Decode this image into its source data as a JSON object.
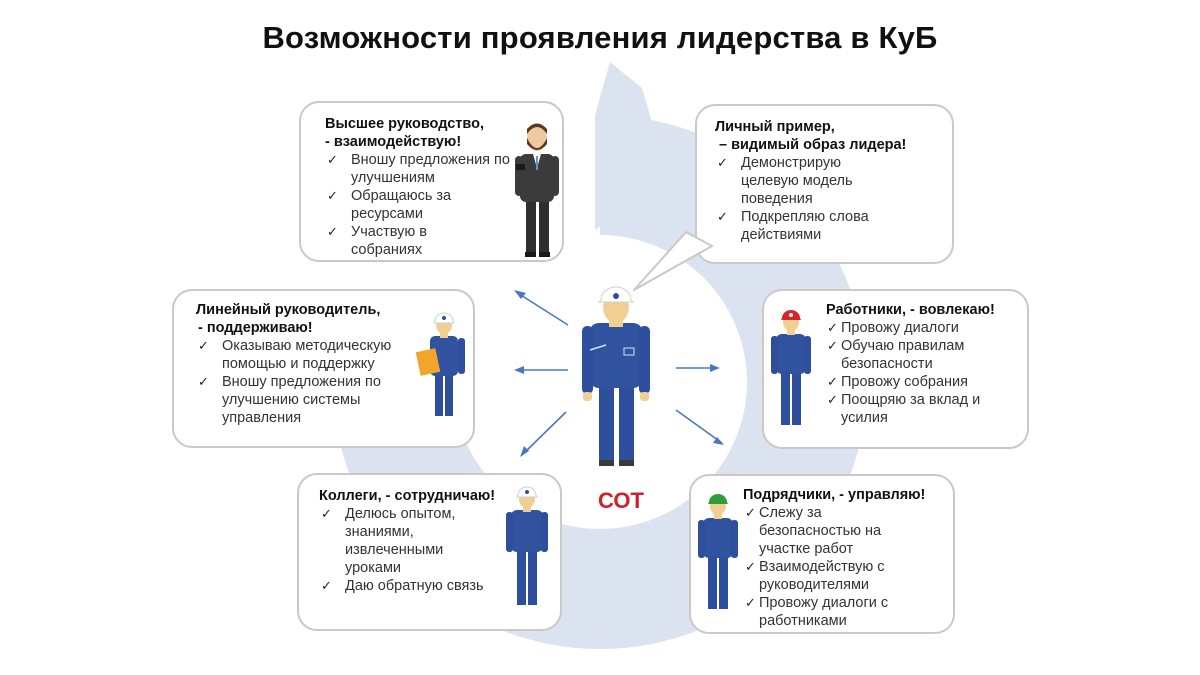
{
  "title": "Возможности проявления лидерства в КуБ",
  "center_label": "СОТ",
  "colors": {
    "accent_red": "#d0202a",
    "worker_blue": "#2d4f9e",
    "ring": "#dbe3f1",
    "arrow": "#4a78c0"
  },
  "cards": {
    "top_management": {
      "heading": [
        "Высшее руководство,",
        "- взаимодействую!"
      ],
      "items": [
        "Вношу предложения по улучшениям",
        "Обращаюсь за ресурсами",
        "Участвую в собраниях"
      ]
    },
    "line_manager": {
      "heading": [
        "Линейный руководитель,",
        "- поддерживаю!"
      ],
      "items": [
        "Оказываю методическую помощью и поддержку",
        "Вношу предложения по улучшению системы управления"
      ]
    },
    "colleagues": {
      "heading": [
        "Коллеги, - сотрудничаю!"
      ],
      "items": [
        "Делюсь опытом, знаниями, извлеченными уроками",
        "Даю обратную связь"
      ]
    },
    "personal_example": {
      "heading": [
        "Личный пример,",
        "– видимый образ лидера!"
      ],
      "items": [
        "Демонстрирую целевую модель поведения",
        "Подкрепляю слова действиями"
      ]
    },
    "workers": {
      "heading": [
        "Работники, - вовлекаю!"
      ],
      "items": [
        "Провожу диалоги",
        "Обучаю правилам безопасности",
        "Провожу собрания",
        "Поощряю за вклад и усилия"
      ]
    },
    "contractors": {
      "heading": [
        "Подрядчики, - управляю!"
      ],
      "items": [
        "Слежу за безопасностью на участке работ",
        "Взаимодействую с руководителями",
        "Провожу диалоги с работниками"
      ]
    }
  }
}
